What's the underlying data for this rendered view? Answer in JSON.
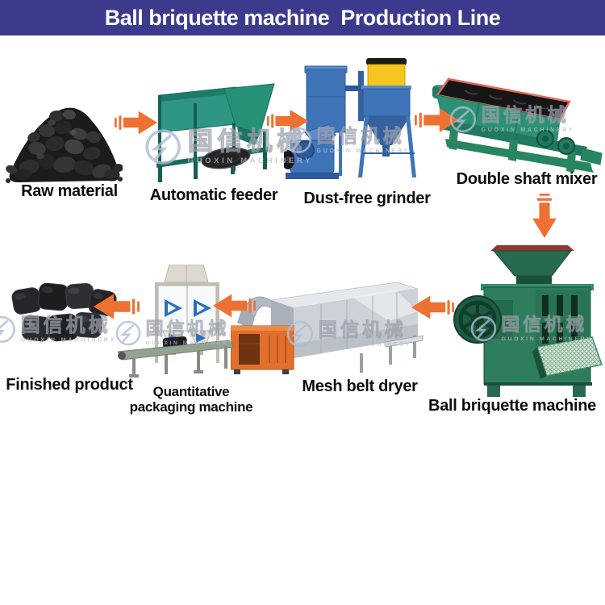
{
  "header": {
    "title": "Ball briquette machine  Production Line"
  },
  "stages": {
    "raw_material": {
      "label": "Raw material"
    },
    "automatic_feeder": {
      "label": "Automatic feeder"
    },
    "dust_free_grinder": {
      "label": "Dust-free grinder"
    },
    "double_shaft_mixer": {
      "label": "Double shaft mixer"
    },
    "ball_briquette_machine": {
      "label": "Ball briquette machine"
    },
    "mesh_belt_dryer": {
      "label": "Mesh belt dryer"
    },
    "quantitative_packaging_machine": {
      "label_line1": "Quantitative",
      "label_line2": "packaging machine"
    },
    "finished_product": {
      "label": "Finished product"
    }
  },
  "watermark": {
    "cn": "国信机械",
    "en": "GUOXIN MACHINERY"
  },
  "colors": {
    "header_bg": "#3b3a8c",
    "header_text": "#ffffff",
    "arrow_orange": "#ee7134",
    "label_text": "#0d0d0d",
    "feeder_green": "#2e9682",
    "grinder_blue": "#3f74b8",
    "grinder_yellow": "#f4c61f",
    "mixer_green": "#2c9174",
    "mixer_rim_red": "#e06a5a",
    "briquette_machine_green": "#2e7d5c",
    "dryer_silver": "#cdd2d8",
    "dryer_furnace_orange": "#e2702c",
    "packaging_logo_blue": "#2b6fc0",
    "coal_black": "#1b1b1d"
  }
}
